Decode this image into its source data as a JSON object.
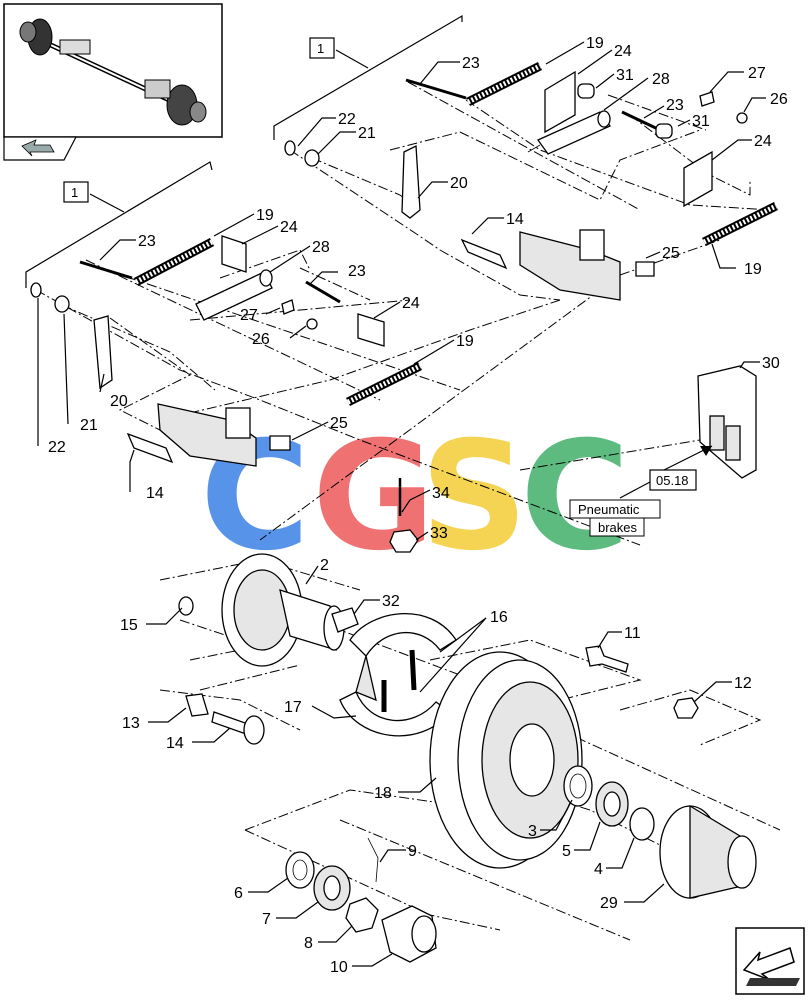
{
  "thumbnail": {
    "icon": "axle-thumbnail-icon",
    "nav_icon": "back-arrow-icon"
  },
  "nav_next_icon": "next-arrow-icon",
  "group_refs": [
    "1",
    "1"
  ],
  "ref_box": "05.18",
  "note": {
    "line1": "Pneumatic",
    "line2": "brakes"
  },
  "watermark": {
    "letters": [
      "C",
      "G",
      "S",
      "C"
    ],
    "colors": [
      "#4f8fe8",
      "#ef6a6a",
      "#f5d24a",
      "#55b87a"
    ]
  },
  "callouts": {
    "c19a": "19",
    "c24a": "24",
    "c23a": "23",
    "c31a": "31",
    "c28a": "28",
    "c27a": "27",
    "c26a": "26",
    "c23b": "23",
    "c31b": "31",
    "c24b": "24",
    "c22a": "22",
    "c21a": "21",
    "c20a": "20",
    "c14a": "14",
    "c25a": "25",
    "c19b": "19",
    "c19c": "19",
    "c24c": "24",
    "c23c": "23",
    "c28b": "28",
    "c23d": "23",
    "c27b": "27",
    "c24d": "24",
    "c26b": "26",
    "c19d": "19",
    "c22b": "22",
    "c21b": "21",
    "c20b": "20",
    "c25b": "25",
    "c14b": "14",
    "c30": "30",
    "c34": "34",
    "c33": "33",
    "c2": "2",
    "c32": "32",
    "c15": "15",
    "c16": "16",
    "c11": "11",
    "c12": "12",
    "c17": "17",
    "c13": "13",
    "c14c": "14",
    "c18": "18",
    "c3": "3",
    "c5": "5",
    "c4": "4",
    "c29": "29",
    "c9": "9",
    "c6": "6",
    "c7": "7",
    "c8": "8",
    "c10": "10"
  }
}
